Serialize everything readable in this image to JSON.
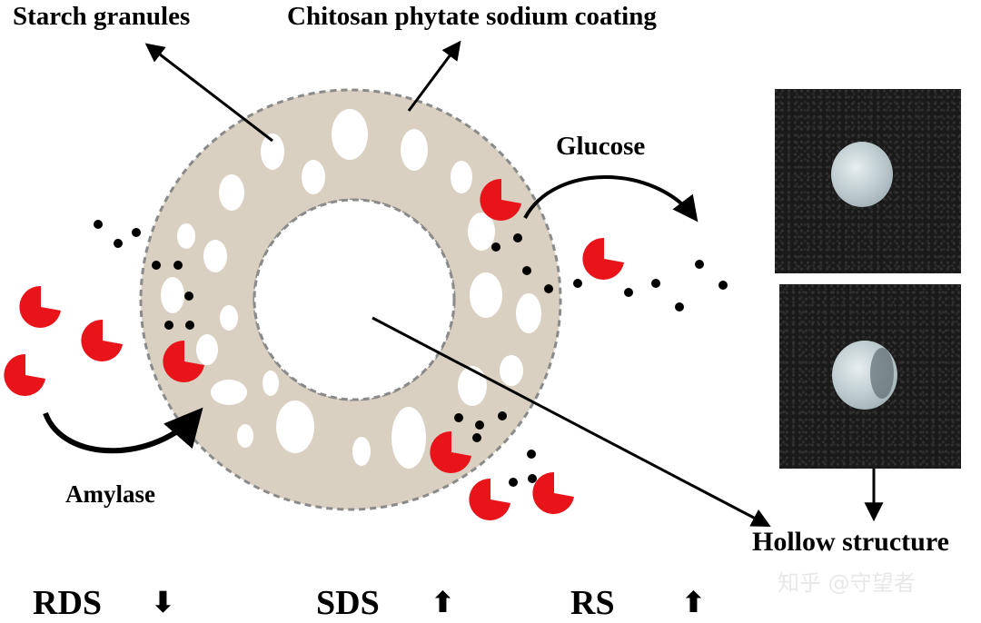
{
  "labels": {
    "starch_granules": "Starch granules",
    "coating": "Chitosan phytate sodium coating",
    "glucose": "Glucose",
    "amylase": "Amylase",
    "hollow": "Hollow structure"
  },
  "indicators": [
    {
      "name": "RDS",
      "arrow": "⬇"
    },
    {
      "name": "SDS",
      "arrow": "⬆"
    },
    {
      "name": "RS",
      "arrow": "⬆"
    }
  ],
  "watermark": "知乎 @守望者",
  "colors": {
    "ring": "#d9d0c1",
    "ring_stroke": "#8a8a8a",
    "enzyme": "#e8141a",
    "dot": "#000000"
  },
  "icons": [
    "amylase-pacman-icon",
    "glucose-dot-icon"
  ]
}
